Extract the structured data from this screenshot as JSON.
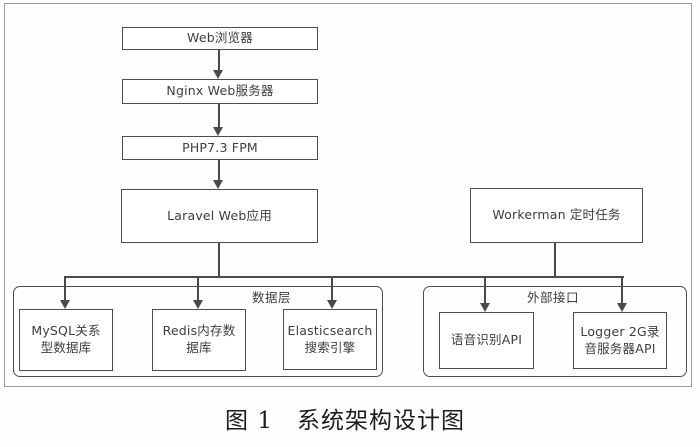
{
  "figure": {
    "caption": "图 1　系统架构设计图"
  },
  "nodes": {
    "web_browser": {
      "label": "Web浏览器"
    },
    "nginx": {
      "label": "Nginx Web服务器"
    },
    "php_fpm": {
      "label": "PHP7.3 FPM"
    },
    "laravel": {
      "label": "Laravel Web应用"
    },
    "workerman": {
      "label": "Workerman 定时任务"
    },
    "mysql": {
      "label": "MySQL关系\n型数据库"
    },
    "redis": {
      "label": "Redis内存数\n据库"
    },
    "elasticsearch": {
      "label": "Elasticsearch\n搜索引擎"
    },
    "voice_api": {
      "label": "语音识别API"
    },
    "logger_api": {
      "label": "Logger 2G录\n音服务器API"
    }
  },
  "groups": {
    "data_layer": {
      "label": "数据层"
    },
    "external_api": {
      "label": "外部接口"
    }
  },
  "colors": {
    "line": "#4a4a4a",
    "box_border": "#4d4d4d",
    "frame_border": "#9b9b9b",
    "text": "#3d3d3d"
  }
}
